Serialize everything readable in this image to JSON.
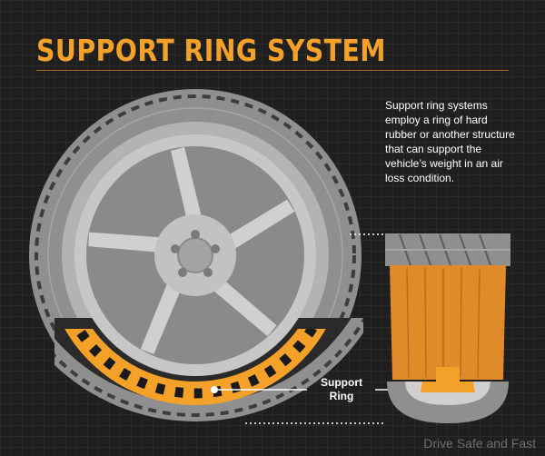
{
  "title": "SUPPORT RING SYSTEM",
  "description": "Support ring systems employ a ring of hard rubber or another structure that can support the vehicle’s weight in an air loss condition.",
  "callout": {
    "line1": "Support",
    "line2": "Ring"
  },
  "watermark": "Drive Safe and Fast",
  "colors": {
    "accent": "#f4a12a",
    "tire": "#8f8f8f",
    "rim": "#c7c7c7",
    "background": "#1f1f1f"
  }
}
